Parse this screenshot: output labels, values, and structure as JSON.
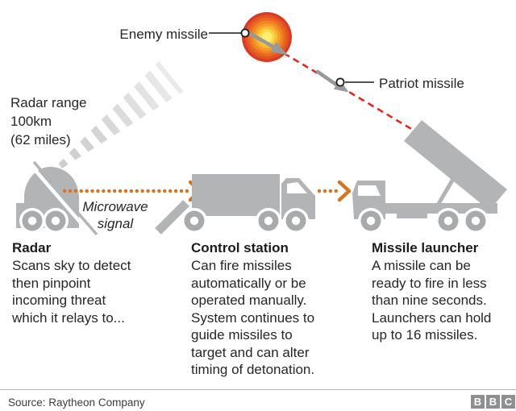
{
  "callouts": {
    "enemy_missile": "Enemy missile",
    "patriot_missile": "Patriot missile"
  },
  "annotations": {
    "radar_range": "Radar range\n100km\n(62 miles)",
    "microwave_signal": "Microwave\nsignal"
  },
  "sections": [
    {
      "heading": "Radar",
      "body": "Scans sky to detect\nthen pinpoint\nincoming threat\nwhich it relays to..."
    },
    {
      "heading": "Control station",
      "body": "Can fire missiles\nautomatically or be\noperated manually.\nSystem continues to\nguide missiles to\ntarget and can alter\ntiming of detonation."
    },
    {
      "heading": "Missile launcher",
      "body": "A missile can be\nready to fire in less\nthan nine seconds.\nLaunchers can hold\nup to 16 missiles."
    }
  ],
  "footer": {
    "source": "Source: Raytheon Company",
    "logo": [
      "B",
      "B",
      "C"
    ]
  },
  "colors": {
    "explosion_core": "#fdef6e",
    "explosion_edge": "#d93b25",
    "trajectory_red": "#e8251c",
    "signal_orange": "#d9731f",
    "vehicle_gray": "#b2b4b6",
    "beam_gray": "#cccccc",
    "text": "#262626",
    "bbc_block": "#8d8f90"
  }
}
